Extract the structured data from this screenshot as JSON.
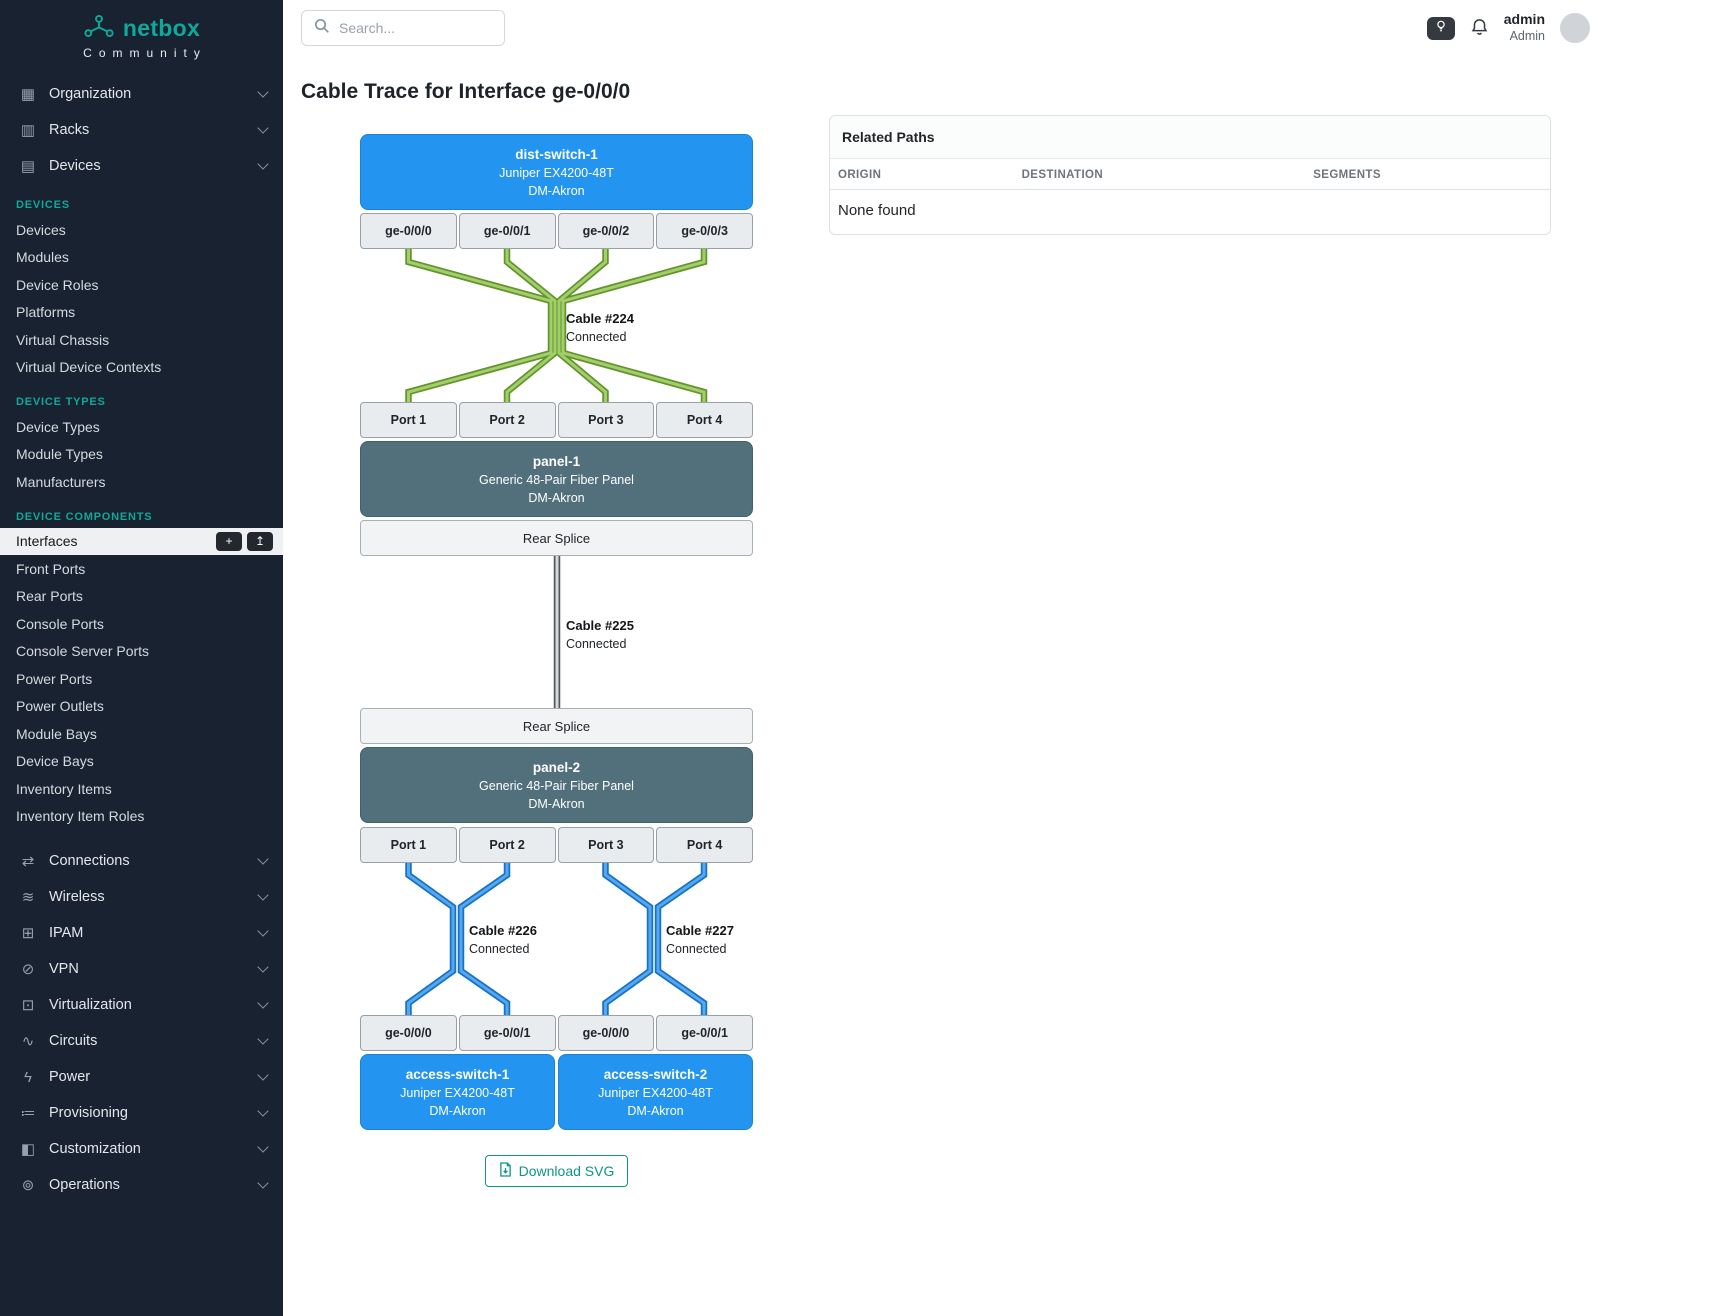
{
  "brand": {
    "name": "netbox",
    "subtitle": "Community"
  },
  "topbar": {
    "search_placeholder": "Search...",
    "user_name": "admin",
    "user_role": "Admin"
  },
  "icons": {
    "organization": "▦",
    "racks": "▥",
    "devices": "▤",
    "connections": "⇄",
    "wireless": "≋",
    "ipam": "⊞",
    "vpn": "⊘",
    "virtualization": "⊡",
    "circuits": "∿",
    "power": "ϟ",
    "provisioning": "≔",
    "customization": "◧",
    "operations": "⊚",
    "add": "+",
    "import": "↥"
  },
  "sidebar": {
    "groups_top": [
      "Organization",
      "Racks",
      "Devices"
    ],
    "sections": [
      {
        "title": "DEVICES",
        "items": [
          "Devices",
          "Modules",
          "Device Roles",
          "Platforms",
          "Virtual Chassis",
          "Virtual Device Contexts"
        ]
      },
      {
        "title": "DEVICE TYPES",
        "items": [
          "Device Types",
          "Module Types",
          "Manufacturers"
        ]
      },
      {
        "title": "DEVICE COMPONENTS",
        "items": [
          "Interfaces",
          "Front Ports",
          "Rear Ports",
          "Console Ports",
          "Console Server Ports",
          "Power Ports",
          "Power Outlets",
          "Module Bays",
          "Device Bays",
          "Inventory Items",
          "Inventory Item Roles"
        ]
      }
    ],
    "active_item": "Interfaces",
    "groups_bottom": [
      "Connections",
      "Wireless",
      "IPAM",
      "VPN",
      "Virtualization",
      "Circuits",
      "Power",
      "Provisioning",
      "Customization",
      "Operations"
    ]
  },
  "page": {
    "title": "Cable Trace for Interface ge-0/0/0",
    "download_label": "Download SVG"
  },
  "trace": {
    "dist_switch": {
      "name": "dist-switch-1",
      "model": "Juniper EX4200-48T",
      "site": "DM-Akron",
      "ports": [
        "ge-0/0/0",
        "ge-0/0/1",
        "ge-0/0/2",
        "ge-0/0/3"
      ]
    },
    "cable_224": {
      "label": "Cable #224",
      "status": "Connected",
      "color": "#8bc34a"
    },
    "panel_1": {
      "name": "panel-1",
      "model": "Generic 48-Pair Fiber Panel",
      "site": "DM-Akron",
      "front_ports": [
        "Port 1",
        "Port 2",
        "Port 3",
        "Port 4"
      ],
      "rear_port": "Rear Splice"
    },
    "cable_225": {
      "label": "Cable #225",
      "status": "Connected",
      "color": "#9e9e9e"
    },
    "panel_2": {
      "name": "panel-2",
      "model": "Generic 48-Pair Fiber Panel",
      "site": "DM-Akron",
      "rear_port": "Rear Splice",
      "front_ports": [
        "Port 1",
        "Port 2",
        "Port 3",
        "Port 4"
      ]
    },
    "cable_226": {
      "label": "Cable #226",
      "status": "Connected",
      "color": "#2196f3"
    },
    "cable_227": {
      "label": "Cable #227",
      "status": "Connected",
      "color": "#2196f3"
    },
    "access_switch_1": {
      "name": "access-switch-1",
      "model": "Juniper EX4200-48T",
      "site": "DM-Akron",
      "ports": [
        "ge-0/0/0",
        "ge-0/0/1"
      ]
    },
    "access_switch_2": {
      "name": "access-switch-2",
      "model": "Juniper EX4200-48T",
      "site": "DM-Akron",
      "ports": [
        "ge-0/0/0",
        "ge-0/0/1"
      ]
    }
  },
  "related_paths": {
    "title": "Related Paths",
    "columns": [
      "ORIGIN",
      "DESTINATION",
      "SEGMENTS"
    ],
    "empty_text": "None found"
  },
  "colors": {
    "accent_teal": "#0d9b8f",
    "device_blue": "#2394ef",
    "panel_slate": "#51707c",
    "sidebar_bg": "#182230"
  }
}
